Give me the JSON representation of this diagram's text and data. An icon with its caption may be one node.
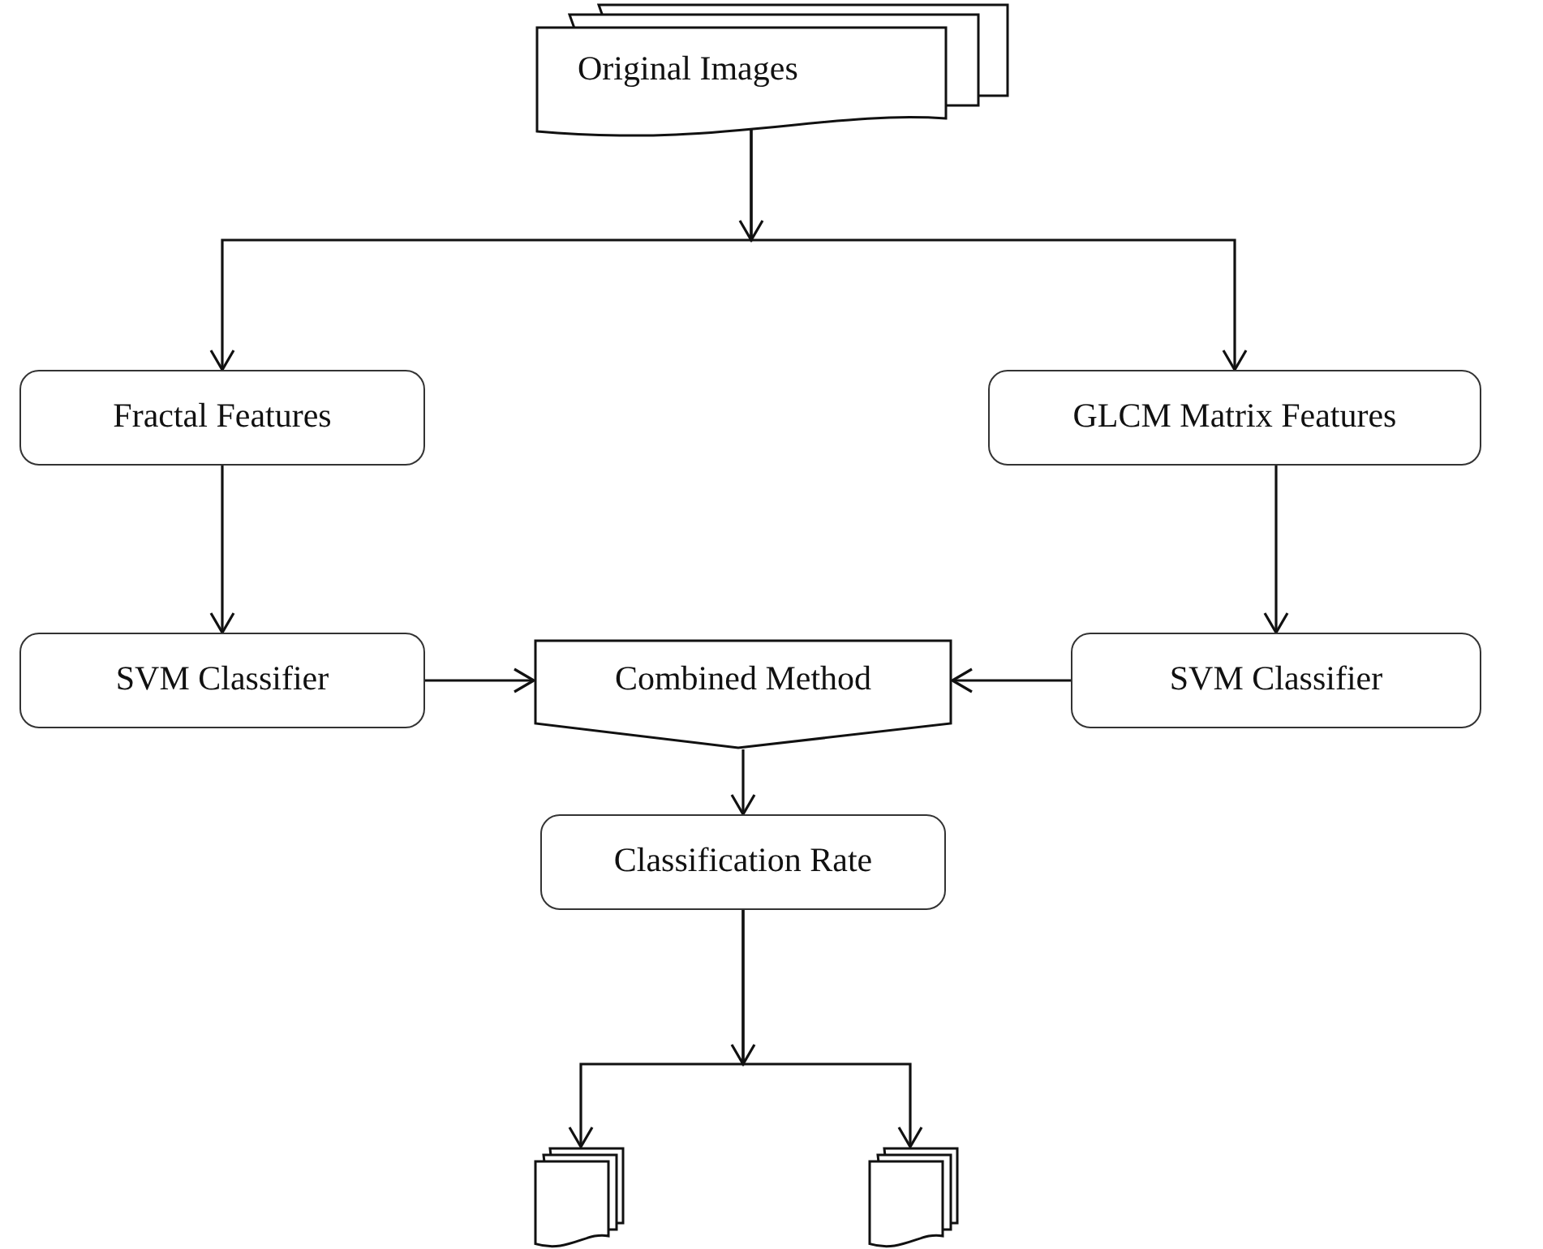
{
  "diagram": {
    "nodes": [
      {
        "text": [
          "Original Images"
        ]
      },
      {
        "text": [
          "Fractal Features"
        ]
      },
      {
        "text": [
          "GLCM Matrix Features"
        ]
      },
      {
        "text": [
          "SVM Classifier"
        ]
      },
      {
        "text": [
          "Combined Method"
        ]
      },
      {
        "text": [
          "SVM Classifier"
        ]
      },
      {
        "text": [
          "Classification Rate"
        ]
      },
      {
        "text": [],
        "shape": "document"
      },
      {
        "text": [],
        "shape": "document"
      }
    ],
    "edges": [
      {
        "from": 0,
        "to": 1,
        "arrow": "to"
      },
      {
        "from": 0,
        "to": 2,
        "arrow": "to"
      },
      {
        "from": 1,
        "to": 3,
        "arrow": "to"
      },
      {
        "from": 2,
        "to": 5,
        "arrow": "to"
      },
      {
        "from": 3,
        "to": 4,
        "arrow": "to"
      },
      {
        "from": 5,
        "to": 4,
        "arrow": "to"
      },
      {
        "from": 4,
        "to": 6,
        "arrow": "to"
      },
      {
        "from": 6,
        "to": 7,
        "arrow": "to"
      },
      {
        "from": 6,
        "to": 8,
        "arrow": "to"
      }
    ]
  }
}
